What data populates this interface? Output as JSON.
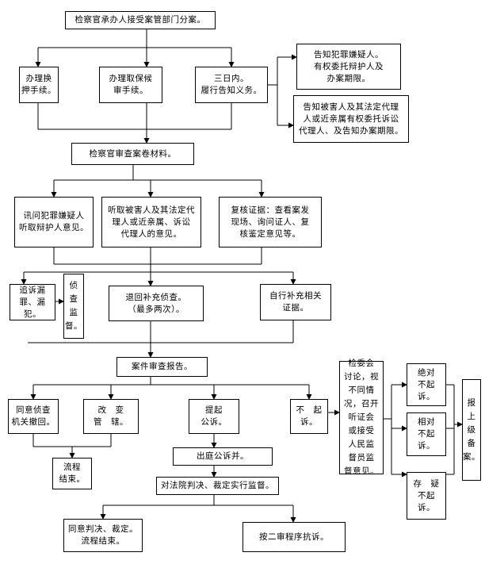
{
  "flowchart": {
    "top": "检察官承办人接受案管部门分案。",
    "handle_defense": "办理换\n押手续。",
    "handle_bail": "办理取保候\n审手续。",
    "three_days": "三日内。\n履行告知义务。",
    "notify_suspect": "告知犯罪嫌疑人。\n有权委托辩护人及\n办案期限。",
    "notify_victim": "告知被害人及其法定代理\n人或近亲属有权委托诉讼\n代理人、及告知办案期限。",
    "review_materials": "检察官审查案卷材料。",
    "interrogate": "讯问犯罪嫌疑人\n听取辩护人意见。",
    "hear_victim": "听取被害人及其法定代\n理人或近亲属、诉讼\n代理人的意见。",
    "verify_evidence": "复核证据：查看案发\n现场、询问证人、复\n核鉴定意见等。",
    "pursue_prosecution": "追诉漏\n罪、漏犯。",
    "investigation_supervision": "侦\n查\n监\n督。",
    "return_supplement": "退回补充侦查。\n（最多两次）。",
    "self_supplement": "自行补充相关\n证据。",
    "case_report": "案件审查报告。",
    "agree_withdraw": "同意侦查\n机关撤回。",
    "change_jurisdiction": "改　变\n管　辖。",
    "process_end": "流程\n结束。",
    "prosecute": "提起\n公诉。",
    "appear_court": "出庭公诉并。",
    "supervise_judgment": "对法院判决、裁定实行监督。",
    "agree_judgment": "同意判决、裁定。\n流程结束。",
    "second_instance_protest": "按二审程序抗诉。",
    "not_prosecute": "不　起\n诉。",
    "committee": "检委会\n讨论，视\n不同情\n况，召开\n听证会\n或接受\n人民监\n督员监\n督意见。",
    "absolute_np": "绝对\n不起\n诉。",
    "relative_np": "相对\n不起\n诉。",
    "doubt_np": "存　疑\n不起\n诉。",
    "report_filing": "报\n上\n级\n备\n案。"
  }
}
